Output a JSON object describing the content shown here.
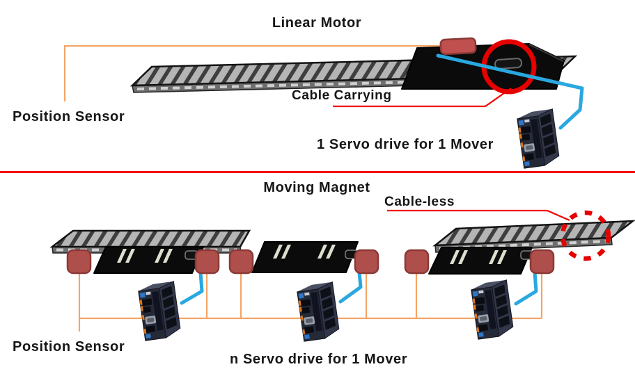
{
  "palette": {
    "accent_orange": "#F5A466",
    "accent_red": "#F40000",
    "highlight_circle_red": "#E60000",
    "cable_blue": "#29A8E0",
    "sensor_fill": "#AF4F4B",
    "sensor_border": "#8A3936",
    "rail_stripe_light": "#B5B5B5",
    "rail_stripe_dark": "#3E3E3E",
    "rail_front": "#6F6F6F",
    "mover_black": "#0B0B0B",
    "drive_body": "#252A39"
  },
  "top": {
    "title": "Linear Motor",
    "position_sensor_label": "Position Sensor",
    "cable_carrying_label": "Cable Carrying",
    "caption": "1 Servo drive for 1 Mover"
  },
  "bottom": {
    "title": "Moving Magnet",
    "cable_less_label": "Cable-less",
    "position_sensor_label": "Position Sensor",
    "caption": "n Servo drive for 1 Mover"
  }
}
